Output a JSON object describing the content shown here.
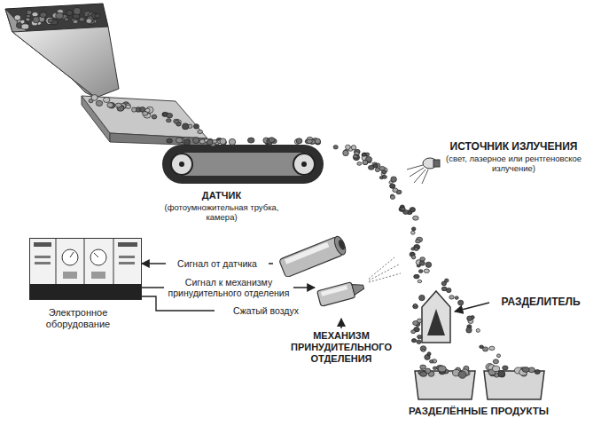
{
  "diagram": {
    "nodes": [
      {
        "text": [
          "ДАТЧИК",
          "(фотоумножительная трубка, камера)"
        ]
      },
      {
        "text": [
          "Электронное оборудование"
        ]
      },
      {
        "text": [
          "МЕХАНИЗМ ПРИНУДИТЕЛЬНОГО ОТДЕЛЕНИЯ"
        ]
      }
    ],
    "edges": [
      {
        "from": 0,
        "to": 1,
        "label": "Сигнал от датчика",
        "arrow": "to"
      },
      {
        "from": 1,
        "to": 2,
        "label": "Сигнал к механизму принудительного отделения",
        "arrow": "to"
      },
      {
        "from": 1,
        "to": 2,
        "label": "Сжатый воздух",
        "arrow": "none"
      }
    ],
    "labels": [
      "ИСТОЧНИК ИЗЛУЧЕНИЯ",
      "(свет, лазерное или рентгеновское излучение)",
      "РАЗДЕЛИТЕЛЬ",
      "РАЗДЕЛЁННЫЕ ПРОДУКТЫ"
    ]
  }
}
